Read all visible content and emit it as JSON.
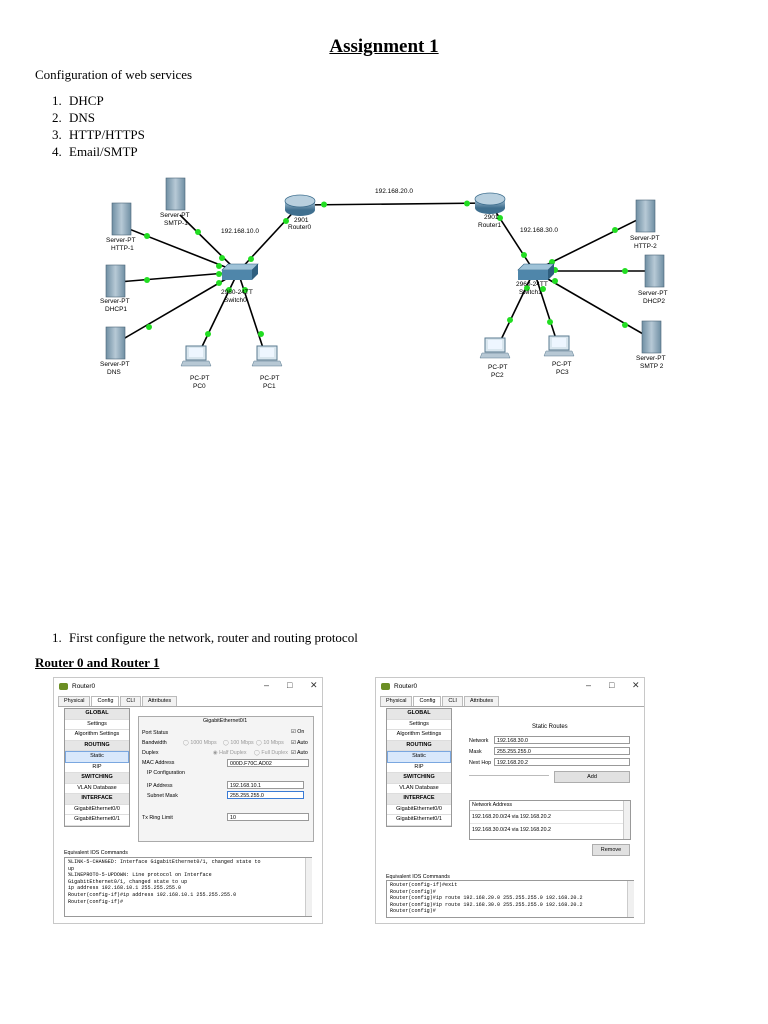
{
  "title": "Assignment 1",
  "intro": "Configuration of web services",
  "services": [
    "DHCP",
    "DNS",
    "HTTP/HTTPS",
    "Email/SMTP"
  ],
  "step1": "First configure the network, router and routing protocol",
  "section_heading": "Router 0 and Router 1",
  "topology": {
    "networks": {
      "link": "192.168.20.0",
      "left_lan": "192.168.10.0",
      "right_lan": "192.168.30.0"
    },
    "router0": {
      "model": "2901",
      "name": "Router0"
    },
    "router1": {
      "model": "2901",
      "name": "Router1"
    },
    "switch0": {
      "model": "2960-24TT",
      "name": "Switch0"
    },
    "switch1": {
      "model": "2960-24TT",
      "name": "Switch1"
    },
    "smtp1": {
      "type": "Server-PT",
      "name": "SMTP-1"
    },
    "http1": {
      "type": "Server-PT",
      "name": "HTTP-1"
    },
    "dhcp1": {
      "type": "Server-PT",
      "name": "DHCP1"
    },
    "dns": {
      "type": "Server-PT",
      "name": "DNS"
    },
    "pc0": {
      "type": "PC-PT",
      "name": "PC0"
    },
    "pc1": {
      "type": "PC-PT",
      "name": "PC1"
    },
    "http2": {
      "type": "Server-PT",
      "name": "HTTP-2"
    },
    "dhcp2": {
      "type": "Server-PT",
      "name": "DHCP2"
    },
    "smtp2": {
      "type": "Server-PT",
      "name": "SMTP 2"
    },
    "pc2": {
      "type": "PC-PT",
      "name": "PC2"
    },
    "pc3": {
      "type": "PC-PT",
      "name": "PC3"
    }
  },
  "win_left": {
    "title": "Router0",
    "tabs": [
      "Physical",
      "Config",
      "CLI",
      "Attributes"
    ],
    "sidebar": {
      "global": "GLOBAL",
      "settings": "Settings",
      "algorithm": "Algorithm Settings",
      "routing": "ROUTING",
      "static": "Static",
      "rip": "RIP",
      "switching": "SWITCHING",
      "vlan": "VLAN Database",
      "interface": "INTERFACE",
      "gi00": "GigabitEthernet0/0",
      "gi01": "GigabitEthernet0/1"
    },
    "panel_title": "GigabitEthernet0/1",
    "port_status": "Port Status",
    "on": "On",
    "bandwidth": "Bandwidth",
    "bw1000": "1000 Mbps",
    "bw100": "100 Mbps",
    "bw10": "10 Mbps",
    "auto": "Auto",
    "duplex": "Duplex",
    "half": "Half Duplex",
    "full": "Full Duplex",
    "mac_label": "MAC Address",
    "mac": "000D.F70C.AD02",
    "ip_config": "IP Configuration",
    "ip_label": "IP Address",
    "ip": "192.168.10.1",
    "mask_label": "Subnet Mask",
    "mask": "255.255.255.0",
    "tx_label": "Tx Ring Limit",
    "tx": "10",
    "cli_title": "Equivalent IOS Commands",
    "cli": [
      "%LINK-5-CHANGED: Interface GigabitEthernet0/1, changed state to",
      "up",
      "",
      "%LINEPROTO-5-UPDOWN: Line protocol on Interface",
      "GigabitEthernet0/1, changed state to up",
      "ip address 192.168.10.1 255.255.255.0",
      "Router(config-if)#ip address 192.168.10.1 255.255.255.0",
      "Router(config-if)#"
    ]
  },
  "win_right": {
    "title": "Router0",
    "tabs": [
      "Physical",
      "Config",
      "CLI",
      "Attributes"
    ],
    "sidebar": {
      "global": "GLOBAL",
      "settings": "Settings",
      "algorithm": "Algorithm Settings",
      "routing": "ROUTING",
      "static": "Static",
      "rip": "RIP",
      "switching": "SWITCHING",
      "vlan": "VLAN Database",
      "interface": "INTERFACE",
      "gi00": "GigabitEthernet0/0",
      "gi01": "GigabitEthernet0/1"
    },
    "panel_title": "Static Routes",
    "network_label": "Network",
    "network": "192.168.30.0",
    "mask_label": "Mask",
    "mask": "255.255.255.0",
    "nexthop_label": "Next Hop",
    "nexthop": "192.168.20.2",
    "add": "Add",
    "list_header": "Network Address",
    "routes": [
      "192.168.20.0/24 via 192.168.20.2",
      "192.168.30.0/24 via 192.168.20.2"
    ],
    "remove": "Remove",
    "cli_title": "Equivalent IOS Commands",
    "cli": [
      "Router(config-if)#exit",
      "Router(config)#",
      "Router(config)#ip route 192.168.20.0 255.255.255.0 192.168.20.2",
      "Router(config)#ip route 192.168.30.0 255.255.255.0 192.168.20.2",
      "Router(config)#"
    ]
  }
}
